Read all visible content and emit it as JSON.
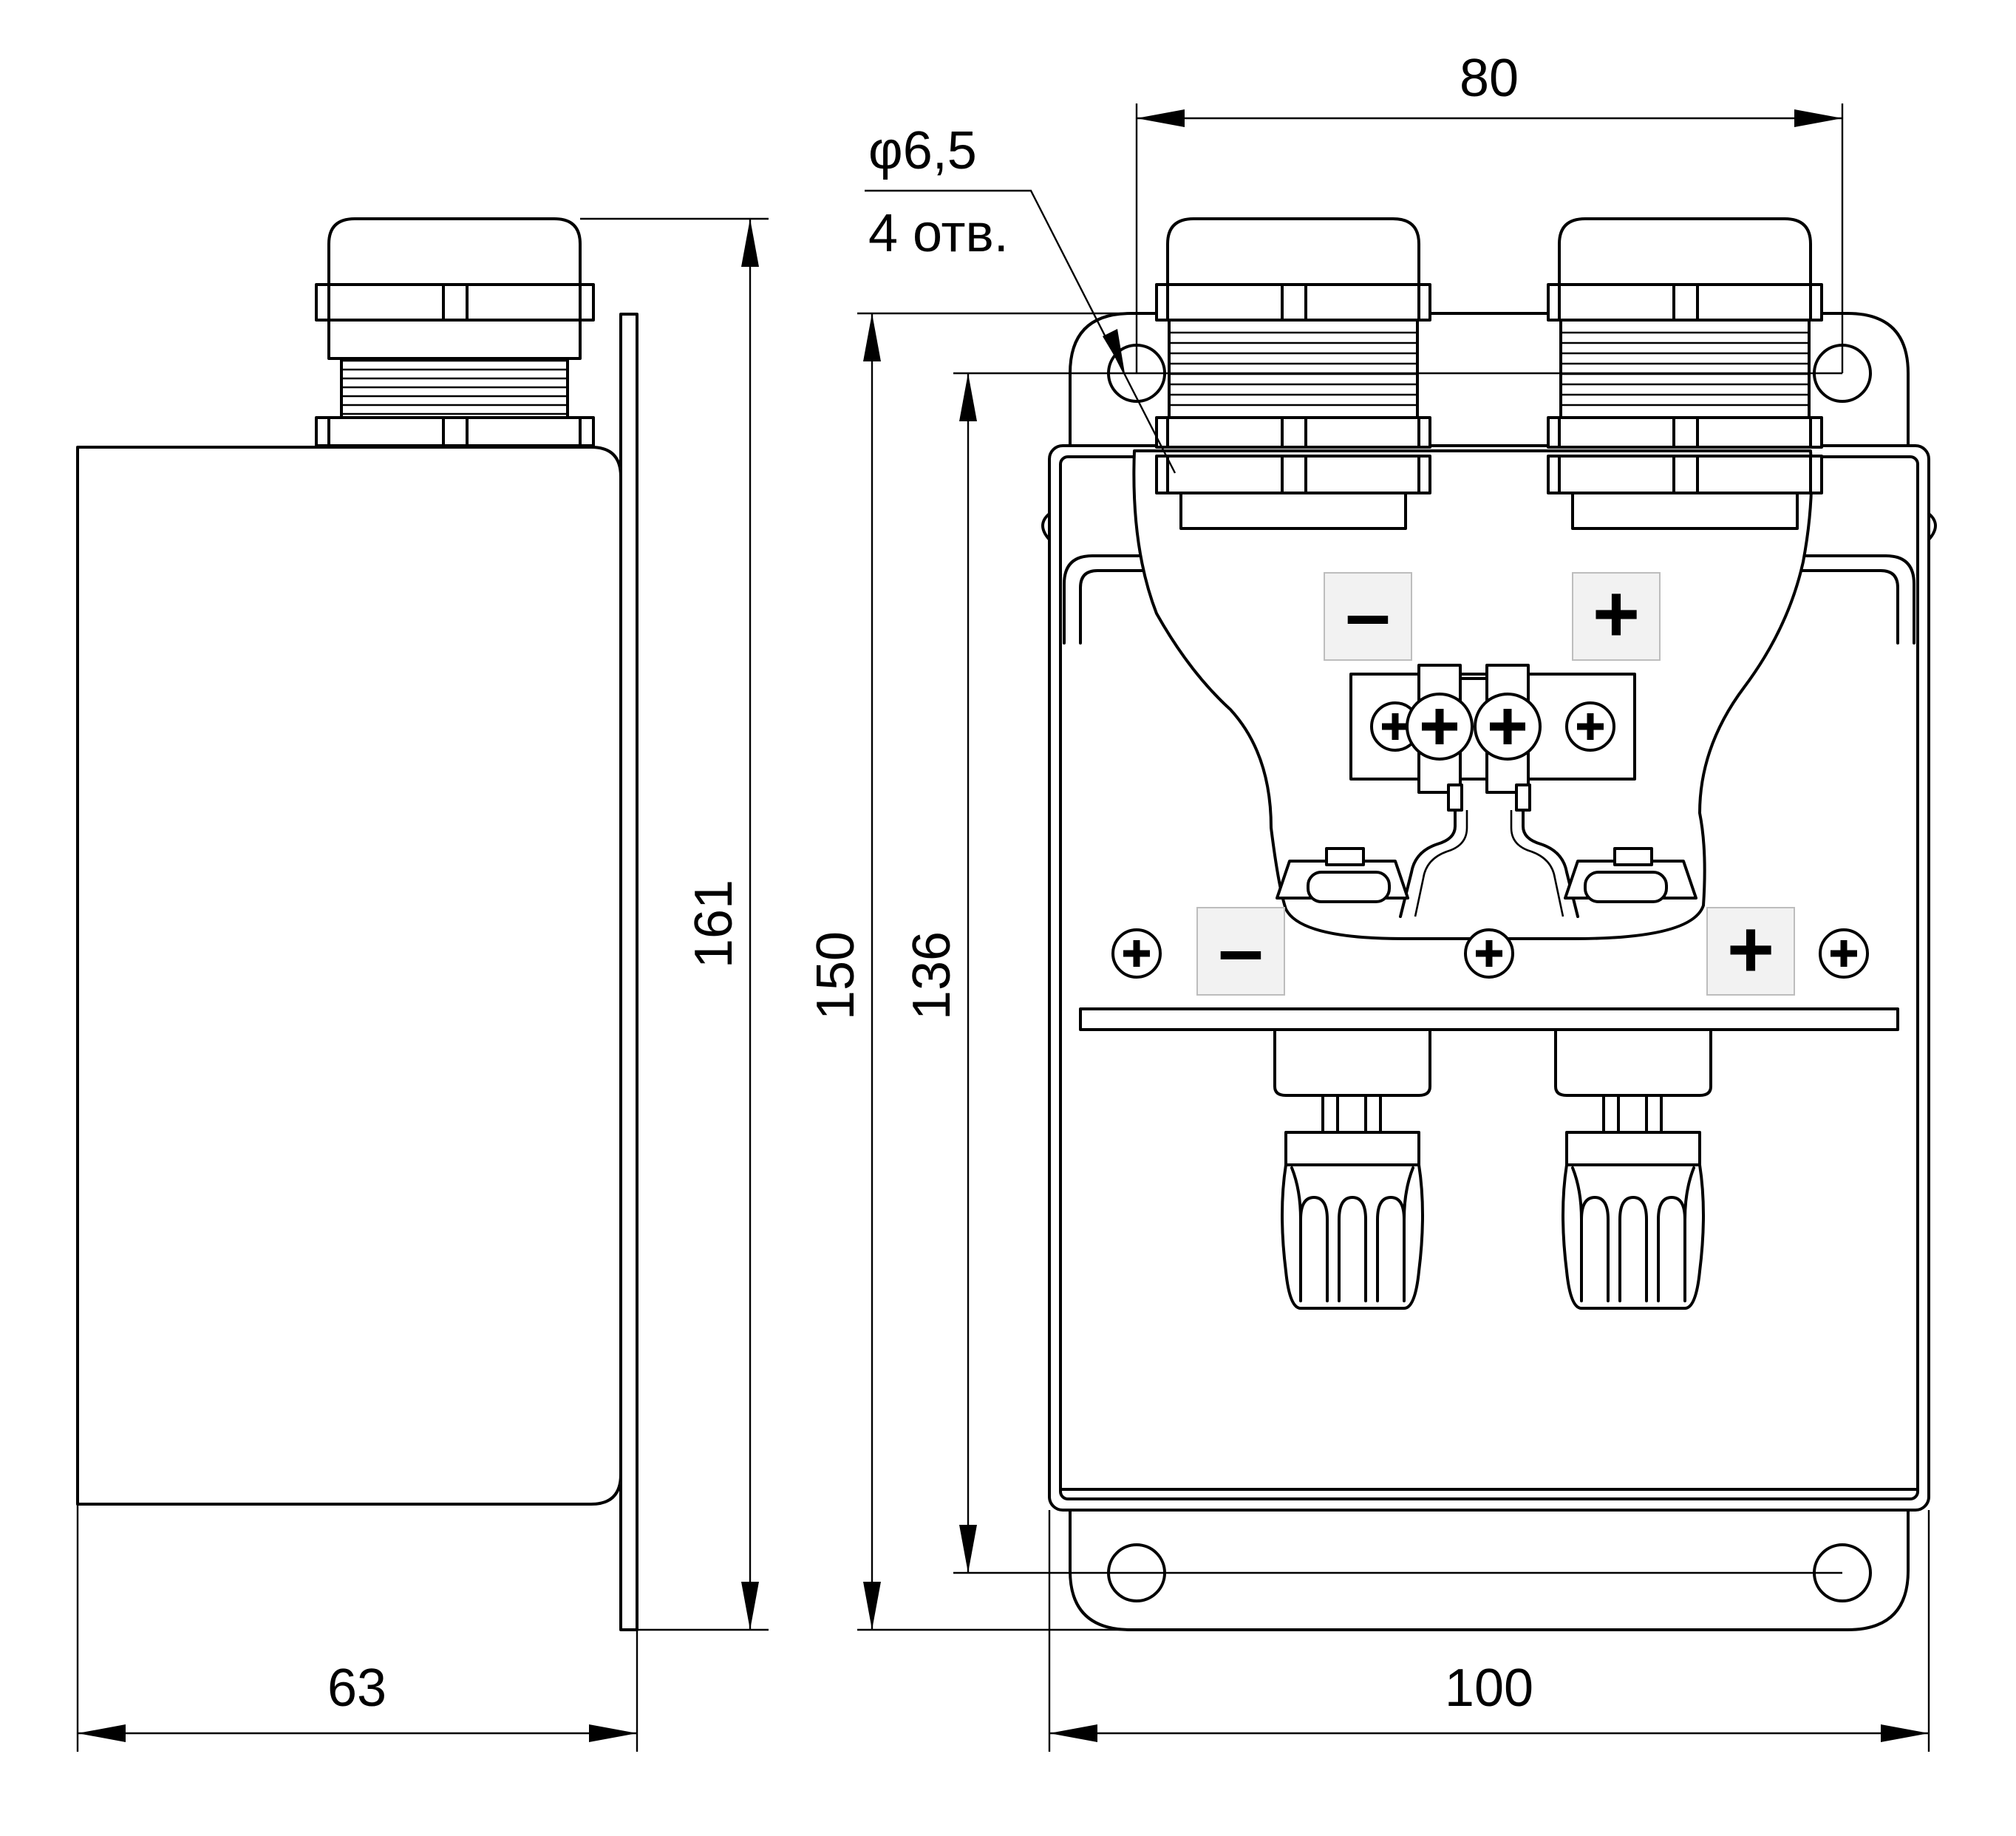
{
  "dimensions": {
    "side_width": "63",
    "side_height": "161",
    "front_total_height": "150",
    "hole_vertical_spacing": "136",
    "hole_horizontal_spacing": "80",
    "front_width": "100"
  },
  "hole_callout": {
    "diameter": "φ6,5",
    "count": "4 отв."
  },
  "polarity_labels": {
    "minus": "–",
    "plus": "+"
  },
  "colors": {
    "line": "#000000",
    "label_box": "#f2f2f2"
  }
}
